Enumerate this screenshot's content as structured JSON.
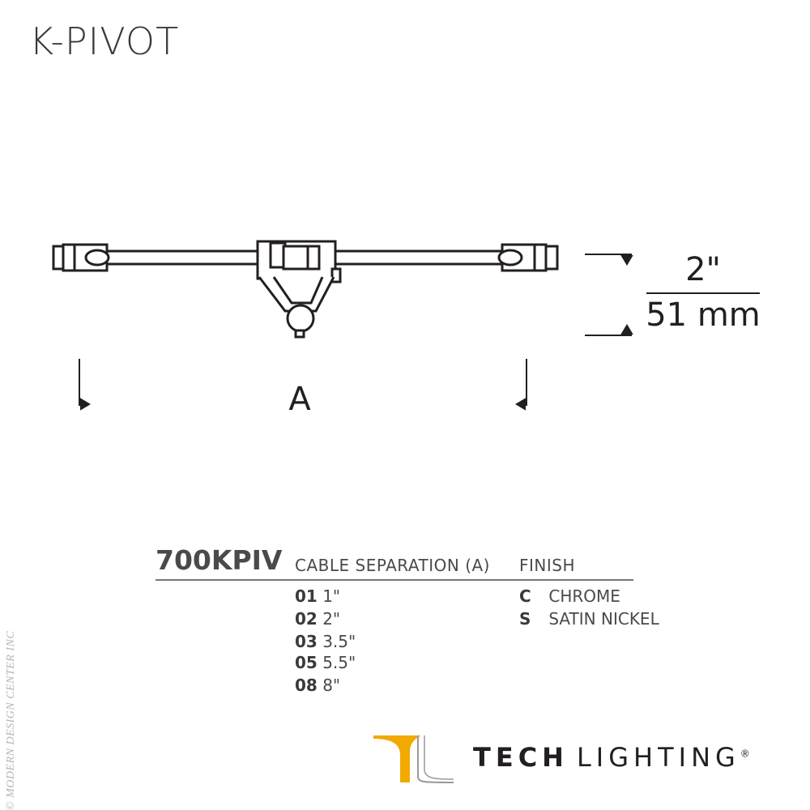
{
  "title": "K-PIVOT",
  "dimensions": {
    "height_imperial": "2\"",
    "height_metric": "51 mm",
    "separation_label": "A"
  },
  "spec": {
    "model_number": "700KPIV",
    "cable_separation_header": "CABLE SEPARATION (A)",
    "finish_header": "FINISH",
    "cable_separation_options": [
      {
        "code": "01",
        "value": "1\""
      },
      {
        "code": "02",
        "value": "2\""
      },
      {
        "code": "03",
        "value": "3.5\""
      },
      {
        "code": "05",
        "value": "5.5\""
      },
      {
        "code": "08",
        "value": "8\""
      }
    ],
    "finish_options": [
      {
        "code": "C",
        "value": "CHROME"
      },
      {
        "code": "S",
        "value": "SATIN NICKEL"
      }
    ]
  },
  "watermark": "© MODERN DESIGN CENTER INC",
  "brand": {
    "name_part1": "TECH",
    "name_part2": "LIGHTING",
    "registered": "®",
    "logo_color": "#f2a900",
    "logo_icon": "tech-lighting-logo-icon"
  }
}
